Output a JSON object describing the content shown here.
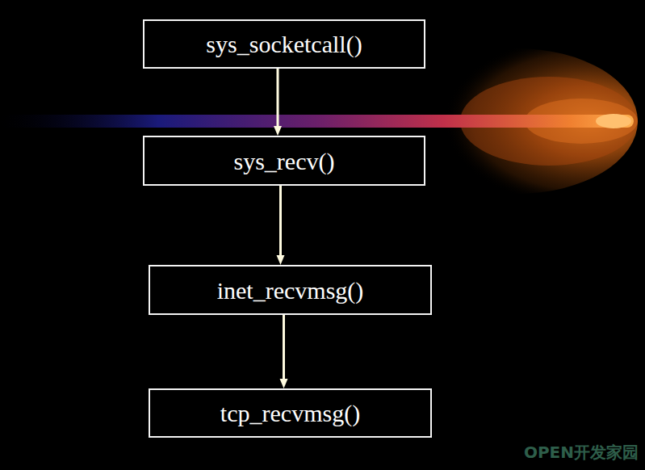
{
  "diagram": {
    "nodes": [
      {
        "text": [
          "sys_socketcall()"
        ]
      },
      {
        "text": [
          "sys_recv()"
        ]
      },
      {
        "text": [
          "inet_recvmsg()"
        ]
      },
      {
        "text": [
          "tcp_recvmsg()"
        ]
      }
    ],
    "edges": [
      {
        "from": 0,
        "to": 1,
        "arrow": "to"
      },
      {
        "from": 1,
        "to": 2,
        "arrow": "to"
      },
      {
        "from": 2,
        "to": 3,
        "arrow": "to"
      }
    ],
    "labels": [
      "OPEN开发家园"
    ]
  }
}
